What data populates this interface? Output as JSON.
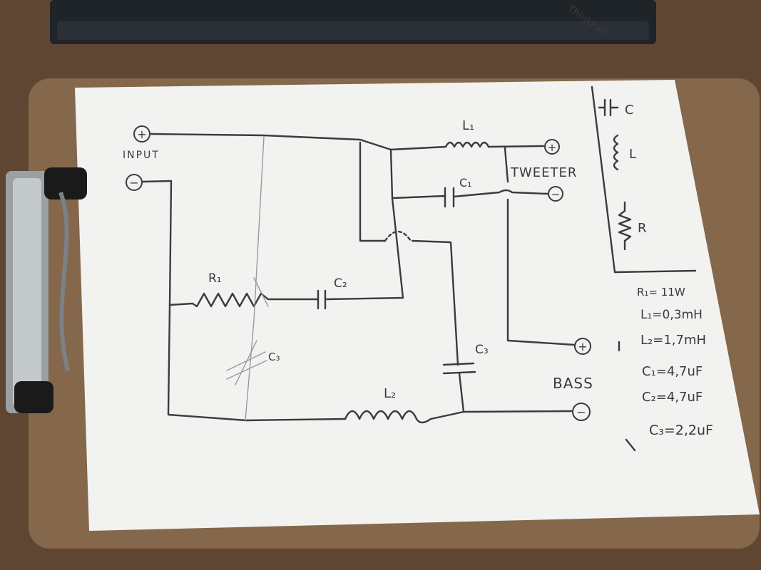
{
  "laptop": {
    "brand": "ThinkPad"
  },
  "diagram": {
    "terminals": {
      "input_plus": "+",
      "input_minus": "−",
      "input_label": "INPUT",
      "tweeter_plus": "+",
      "tweeter_minus": "−",
      "tweeter_label": "TWEETER",
      "bass_plus": "+",
      "bass_minus": "−",
      "bass_label": "BASS"
    },
    "components": {
      "l1": "L₁",
      "l2": "L₂",
      "c1": "C₁",
      "c2": "C₂",
      "c3": "C₃",
      "c3_crossed": "C₃",
      "r1": "R₁"
    },
    "legend": {
      "capacitor": "C",
      "inductor": "L",
      "resistor": "R"
    },
    "values": [
      "R₁= 11W",
      "L₁=0,3mH",
      "L₂=1,7mH",
      "C₁=4,7uF",
      "C₂=4,7uF",
      "C₃=2,2uF"
    ]
  }
}
